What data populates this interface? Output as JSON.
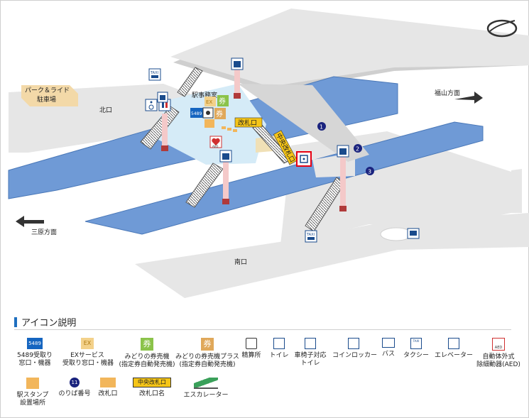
{
  "map": {
    "labels": {
      "park_ride": "パーク＆ライド",
      "parking": "駐車場",
      "north_exit": "北口",
      "south_exit": "南口",
      "station_office": "駅事務室",
      "ticket_gate": "改札口",
      "central_gate": "中央改札口",
      "fukuyama": "福山方面",
      "mihara": "三原方面",
      "platform_1": "1",
      "platform_2": "2",
      "platform_3": "3",
      "icon_5489": "5489",
      "icon_ex": "EX",
      "icon_ken": "券",
      "icon_taxi": "TAXI",
      "icon_aed": "AED"
    },
    "colors": {
      "platform": "#6f9ad6",
      "building": "#e6e6e6",
      "concourse": "#d5ebf7",
      "highlight": "#e60012"
    }
  },
  "legend": {
    "title": "アイコン説明",
    "items": [
      {
        "icon": "ticket-office-5489-icon",
        "line1": "5489受取り",
        "line2": "窓口・機器"
      },
      {
        "icon": "ex-service-icon",
        "line1": "EXサービス",
        "line2": "受取り窓口・機器"
      },
      {
        "icon": "midori-ticket-machine-icon",
        "line1": "みどりの券売機",
        "line2": "(指定券自動発売機)"
      },
      {
        "icon": "midori-ticket-machine-plus-icon",
        "line1": "みどりの券売機プラス",
        "line2": "(指定券自動発売機)"
      },
      {
        "icon": "fare-adjustment-icon",
        "line1": "精算所",
        "line2": ""
      },
      {
        "icon": "toilet-icon",
        "line1": "トイレ",
        "line2": ""
      },
      {
        "icon": "wheelchair-toilet-icon",
        "line1": "車椅子対応",
        "line2": "トイレ"
      },
      {
        "icon": "coin-locker-icon",
        "line1": "コインロッカー",
        "line2": ""
      },
      {
        "icon": "bus-icon",
        "line1": "バス",
        "line2": ""
      },
      {
        "icon": "taxi-icon",
        "line1": "タクシー",
        "line2": ""
      },
      {
        "icon": "elevator-icon",
        "line1": "エレベーター",
        "line2": ""
      },
      {
        "icon": "aed-icon",
        "line1": "自動体外式",
        "line2": "除細動器(AED)"
      },
      {
        "icon": "station-stamp-icon",
        "line1": "駅スタンプ",
        "line2": "設置場所"
      },
      {
        "icon": "platform-number-icon",
        "line1": "のりば番号",
        "line2": ""
      },
      {
        "icon": "ticket-gate-icon",
        "line1": "改札口",
        "line2": ""
      },
      {
        "icon": "gate-name-icon",
        "line1": "改札口名",
        "line2": ""
      },
      {
        "icon": "escalator-icon",
        "line1": "エスカレーター",
        "line2": ""
      }
    ],
    "sample_platform_number": "11",
    "sample_gate_name": "中央改札口"
  }
}
